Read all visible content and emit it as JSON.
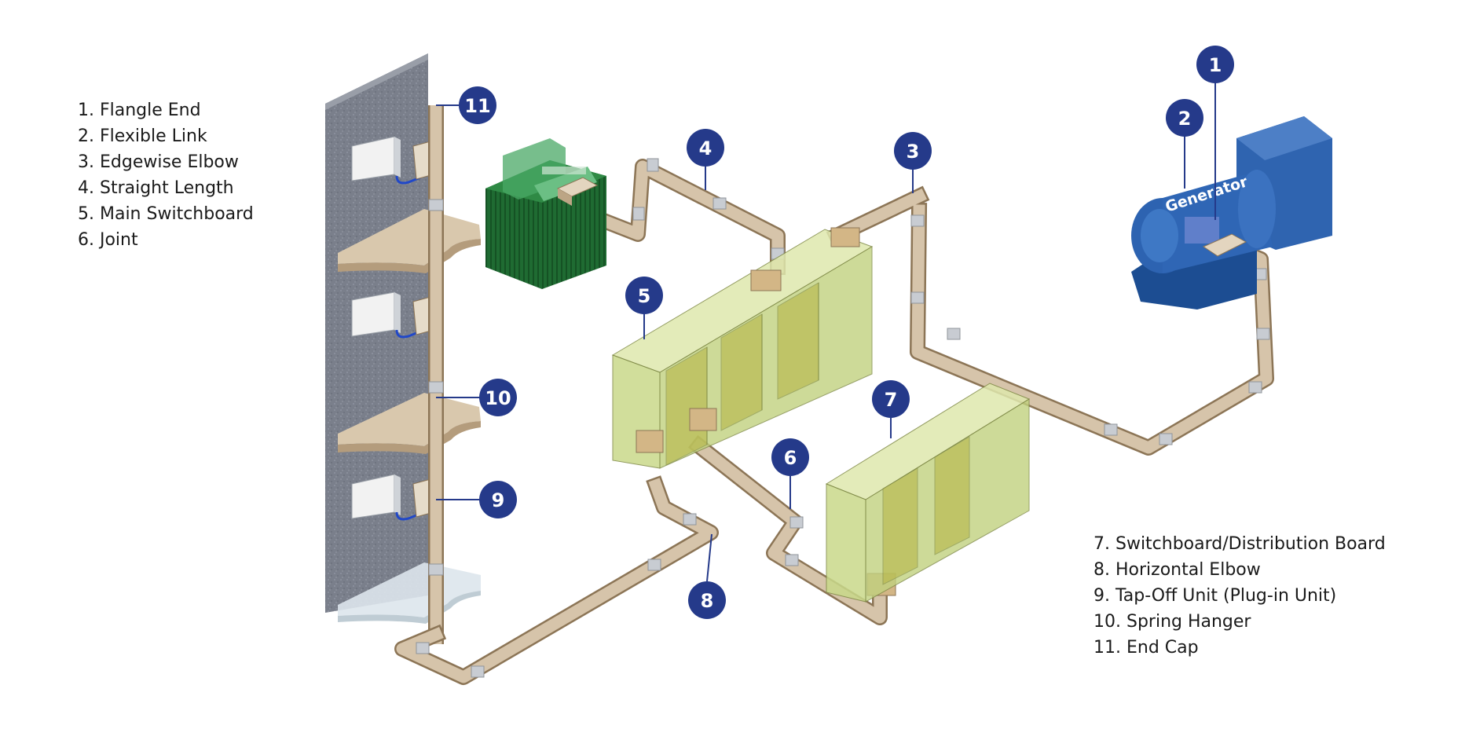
{
  "legend_left": [
    "1. Flangle End",
    "2. Flexible Link",
    "3. Edgewise Elbow",
    "4. Straight Length",
    "5. Main Switchboard",
    "6. Joint"
  ],
  "legend_right": [
    "7. Switchboard/Distribution Board",
    "8. Horizontal Elbow",
    "9. Tap-Off Unit (Plug-in Unit)",
    "10. Spring Hanger",
    "11. End Cap"
  ],
  "generator_label": "Generator",
  "badges": [
    "1",
    "2",
    "3",
    "4",
    "5",
    "6",
    "7",
    "8",
    "9",
    "10",
    "11"
  ],
  "colors": {
    "badge": "#253a8a",
    "busway": "#d6c4aa",
    "busway_edge": "#8c7556",
    "joint": "#c8ccd2",
    "switchboard": "#c9d98a",
    "transformer": "#1f6b32",
    "generator": "#24559f",
    "wall": "#6e7380"
  }
}
